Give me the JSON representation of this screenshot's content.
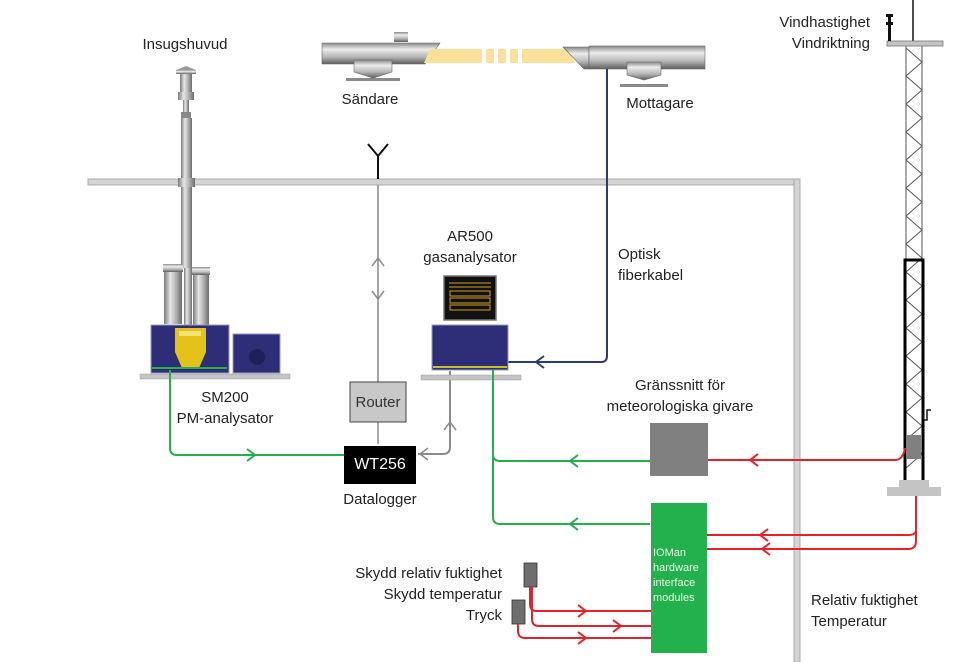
{
  "labels": {
    "intake_head": "Insugshuvud",
    "transmitter": "Sändare",
    "receiver": "Mottagare",
    "wind_speed": "Vindhastighet",
    "wind_direction": "Vindriktning",
    "ar500_model": "AR500",
    "ar500_desc": "gasanalysator",
    "optical_fiber_line1": "Optisk",
    "optical_fiber_line2": "fiberkabel",
    "sm200_model": "SM200",
    "sm200_desc": "PM-analysator",
    "router": "Router",
    "datalogger_model": "WT256",
    "datalogger_desc": "Datalogger",
    "met_interface_line1": "Gränssnitt för",
    "met_interface_line2": "meteorologiska givare",
    "ioman_lines": [
      "IOMan",
      "hardware",
      "interface",
      "modules"
    ],
    "shield_rh": "Skydd relativ fuktighet",
    "shield_temp": "Skydd temperatur",
    "pressure": "Tryck",
    "rh_line": "Relativ fuktighet",
    "temp_line": "Temperatur"
  },
  "colors": {
    "signal_green": "#27b04a",
    "sensor_red": "#e8202a",
    "fiber_blue": "#2a3a80",
    "network_gray": "#8a8a8a",
    "ioman_green": "#22b14c",
    "met_box_gray": "#808080",
    "analyzer_navy": "#2e2e78"
  }
}
